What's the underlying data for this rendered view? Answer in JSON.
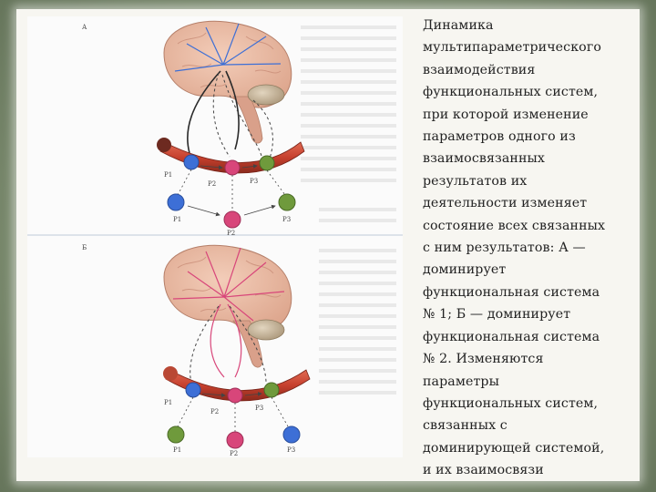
{
  "caption": {
    "lines": [
      "Динамика",
      "мультипараметрического",
      "взаимодействия",
      "функциональных систем,",
      "при которой изменение",
      "параметров одного из",
      "взаимосвязанных",
      "результатов их",
      "деятельности изменяет",
      "состояние всех связанных",
      "с ним результатов: А —",
      "доминирует",
      "функциональная система",
      "№ 1; Б — доминирует",
      "функциональная система",
      "№ 2. Изменяются",
      "параметры",
      "функциональных систем,",
      "связанных с",
      "доминирующей системой,",
      "и их взаимосвязи"
    ]
  },
  "figure": {
    "panel_a": {
      "label": "А",
      "dominant_color": "#3d6fd6",
      "vessel_labels": [
        "P1",
        "P2",
        "P3"
      ],
      "bottom_labels": [
        "P1",
        "P2",
        "P3"
      ]
    },
    "panel_b": {
      "label": "Б",
      "dominant_color": "#d8467a",
      "vessel_labels": [
        "P1",
        "P2",
        "P3"
      ],
      "bottom_labels": [
        "P1",
        "P2",
        "P3"
      ]
    },
    "colors": {
      "brain": "#e9b8a2",
      "brain_fold": "#c98d78",
      "vessel": "#c6402e",
      "vessel_dark": "#7a2419",
      "node_blue": "#3d6fd6",
      "node_pink": "#d8467a",
      "node_green": "#6f9a3c"
    }
  }
}
